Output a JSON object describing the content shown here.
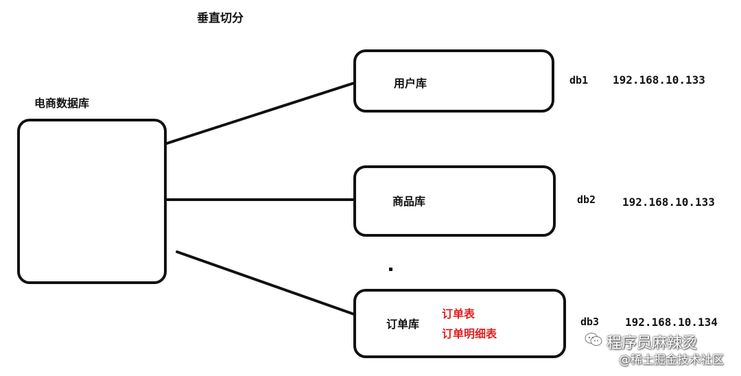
{
  "title": "垂直切分",
  "source_label": "电商数据库",
  "databases": [
    {
      "name": "用户库",
      "db": "db1",
      "ip": "192.168.10.133"
    },
    {
      "name": "商品库",
      "db": "db2",
      "ip": "192.168.10.133"
    },
    {
      "name": "订单库",
      "db": "db3",
      "ip": "192.168.10.134"
    }
  ],
  "order_tables": [
    "订单表",
    "订单明细表"
  ],
  "watermark": {
    "line1": "程序员麻辣烫",
    "line2": "@稀土掘金技术社区"
  },
  "colors": {
    "stroke": "#111111",
    "table_text": "#e02020",
    "background": "#ffffff"
  }
}
